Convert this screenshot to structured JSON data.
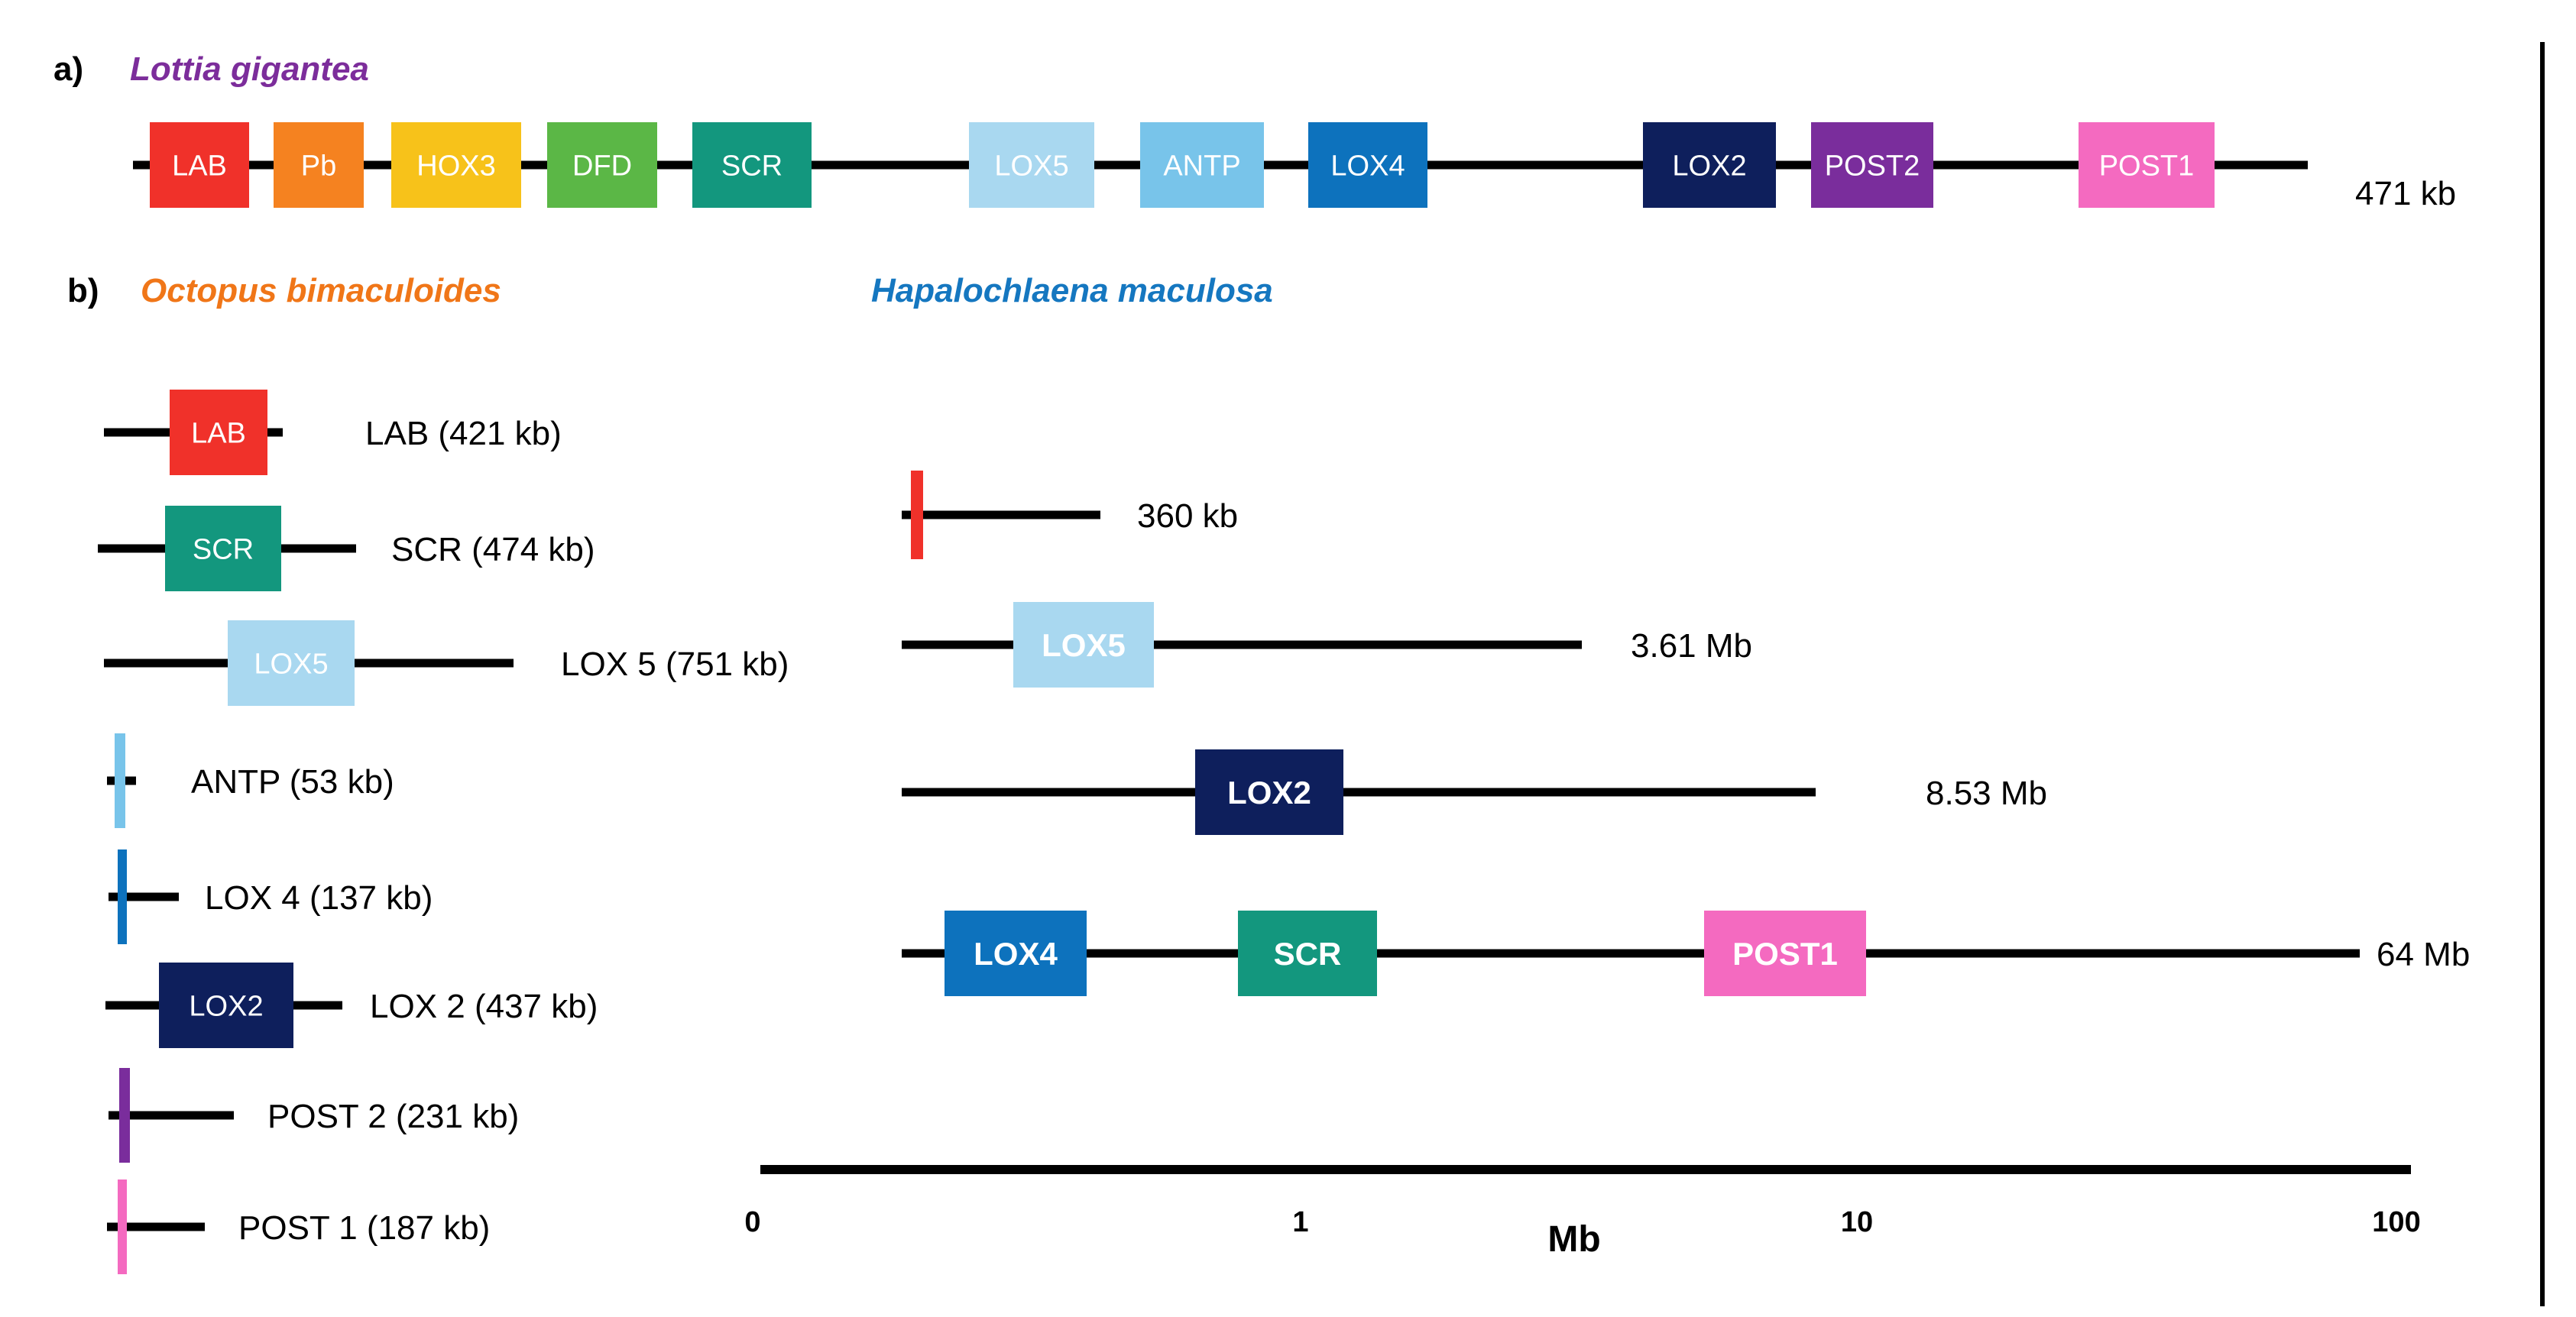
{
  "colors": {
    "LAB": "#f0312a",
    "Pb": "#f58220",
    "HOX3": "#f7c21a",
    "DFD": "#5bb746",
    "SCR": "#13977e",
    "LOX5": "#a9d8f0",
    "ANTP": "#78c4ea",
    "LOX4": "#0d72bd",
    "LOX2": "#0e1f5c",
    "POST2": "#7a2d9c",
    "POST1": "#f46ac0",
    "lottia_title": "#7c2d9b",
    "octopus_title": "#f07618",
    "hapalo_title": "#1577c0"
  },
  "panel_a": {
    "label": "a)",
    "species": "Lottia gigantea",
    "size": "471 kb",
    "genes": [
      {
        "name": "LAB",
        "text": "LAB"
      },
      {
        "name": "Pb",
        "text": "Pb"
      },
      {
        "name": "HOX3",
        "text": "HOX3"
      },
      {
        "name": "DFD",
        "text": "DFD"
      },
      {
        "name": "SCR",
        "text": "SCR"
      },
      {
        "name": "LOX5",
        "text": "LOX5"
      },
      {
        "name": "ANTP",
        "text": "ANTP"
      },
      {
        "name": "LOX4",
        "text": "LOX4"
      },
      {
        "name": "LOX2",
        "text": "LOX2"
      },
      {
        "name": "POST2",
        "text": "POST2"
      },
      {
        "name": "POST1",
        "text": "POST1"
      }
    ]
  },
  "panel_b": {
    "label": "b)",
    "octopus": {
      "species": "Octopus bimaculoides",
      "rows": [
        {
          "gene": "LAB",
          "box_text": "LAB",
          "label": "LAB (421 kb)"
        },
        {
          "gene": "SCR",
          "box_text": "SCR",
          "label": "SCR (474 kb)"
        },
        {
          "gene": "LOX5",
          "box_text": "LOX5",
          "label": "LOX 5 (751 kb)"
        },
        {
          "gene": "ANTP",
          "box_text": "",
          "label": "ANTP (53 kb)"
        },
        {
          "gene": "LOX4",
          "box_text": "",
          "label": "LOX 4 (137 kb)"
        },
        {
          "gene": "LOX2",
          "box_text": "LOX2",
          "label": "LOX 2 (437 kb)"
        },
        {
          "gene": "POST2",
          "box_text": "",
          "label": "POST 2 (231 kb)"
        },
        {
          "gene": "POST1",
          "box_text": "",
          "label": "POST 1 (187 kb)"
        }
      ]
    },
    "hapalochlaena": {
      "species": "Hapalochlaena maculosa",
      "rows": [
        {
          "size": "360 kb",
          "genes": [
            {
              "gene": "LAB",
              "text": ""
            }
          ]
        },
        {
          "size": "3.61 Mb",
          "genes": [
            {
              "gene": "LOX5",
              "text": "LOX5"
            }
          ]
        },
        {
          "size": "8.53 Mb",
          "genes": [
            {
              "gene": "LOX2",
              "text": "LOX2"
            }
          ]
        },
        {
          "size": "64 Mb",
          "genes": [
            {
              "gene": "LOX4",
              "text": "LOX4"
            },
            {
              "gene": "SCR",
              "text": "SCR"
            },
            {
              "gene": "POST1",
              "text": "POST1"
            }
          ]
        }
      ]
    },
    "scale": {
      "ticks": [
        "0",
        "1",
        "10",
        "100"
      ],
      "unit": "Mb"
    }
  }
}
